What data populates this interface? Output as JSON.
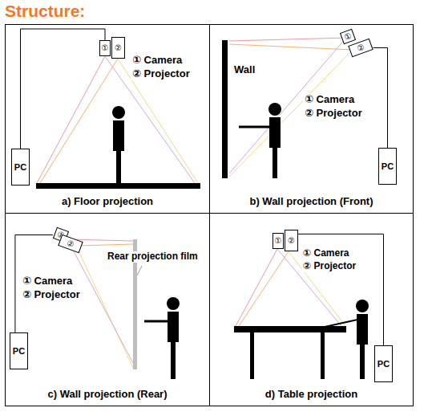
{
  "diagram": {
    "title": "Structure:",
    "nodes": [
      {
        "text": [
          "a) Floor projection"
        ]
      },
      {
        "text": [
          "①"
        ],
        "in": 0
      },
      {
        "text": [
          "②"
        ],
        "in": 0
      },
      {
        "text": [
          "PC"
        ],
        "in": 0
      },
      {
        "text": [
          "b) Wall projection (Front)"
        ]
      },
      {
        "text": [
          "①"
        ],
        "in": 4
      },
      {
        "text": [
          "②"
        ],
        "in": 4
      },
      {
        "text": [
          "PC"
        ],
        "in": 4
      },
      {
        "text": [
          "c) Wall projection (Rear)"
        ]
      },
      {
        "text": [
          "①"
        ],
        "in": 8
      },
      {
        "text": [
          "②"
        ],
        "in": 8
      },
      {
        "text": [
          "PC"
        ],
        "in": 8
      },
      {
        "text": [
          "d) Table projection"
        ]
      },
      {
        "text": [
          "①"
        ],
        "in": 12
      },
      {
        "text": [
          "②"
        ],
        "in": 12
      },
      {
        "text": [
          "PC"
        ],
        "in": 12
      }
    ],
    "edges": [
      {
        "from": 3,
        "to": 1,
        "arrow": "none"
      },
      {
        "from": 7,
        "to": 6,
        "arrow": "none"
      },
      {
        "from": 11,
        "to": 9,
        "arrow": "none"
      },
      {
        "from": 15,
        "to": 14,
        "arrow": "none"
      }
    ],
    "labels": [
      "① Camera",
      "② Projector",
      "Wall",
      "① Camera",
      "② Projector",
      "Rear projection film",
      "① Camera",
      "② Projector",
      "① Camera",
      "② Projector"
    ]
  }
}
